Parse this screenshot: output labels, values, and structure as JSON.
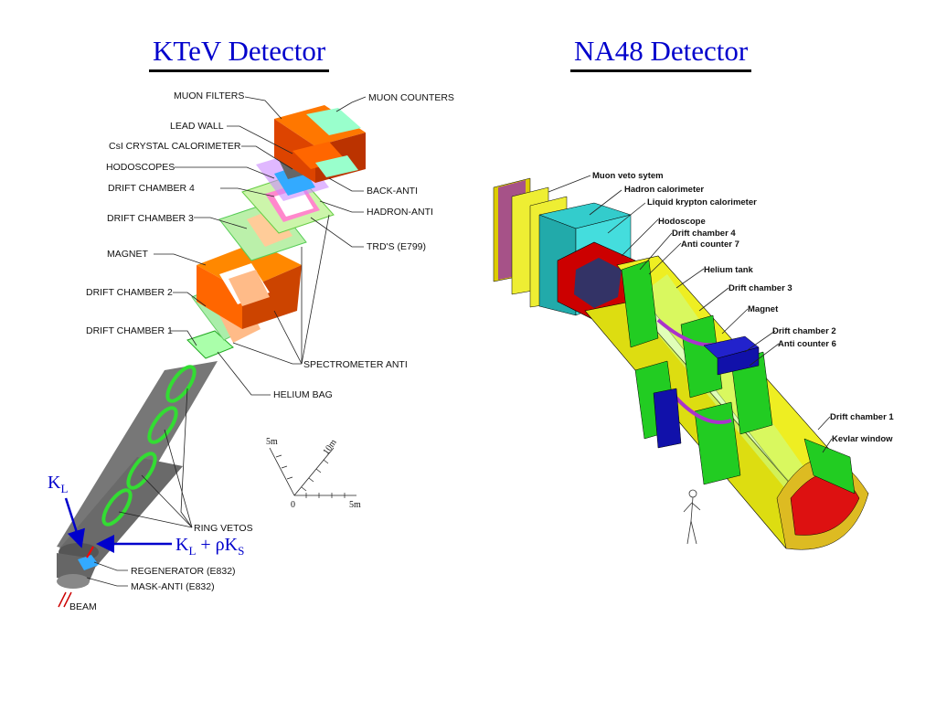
{
  "titles": {
    "left": "KTeV Detector",
    "right": "NA48 Detector"
  },
  "ktev": {
    "labels": {
      "muon_filters": "MUON FILTERS",
      "muon_counters": "MUON COUNTERS",
      "lead_wall": "LEAD WALL",
      "csi": "CsI CRYSTAL CALORIMETER",
      "hodoscopes": "HODOSCOPES",
      "back_anti": "BACK-ANTI",
      "dc4": "DRIFT CHAMBER 4",
      "hadron_anti": "HADRON-ANTI",
      "dc3": "DRIFT CHAMBER 3",
      "trds": "TRD'S (E799)",
      "magnet": "MAGNET",
      "dc2": "DRIFT CHAMBER 2",
      "dc1": "DRIFT CHAMBER 1",
      "spectrometer_anti": "SPECTROMETER ANTI",
      "helium_bag": "HELIUM BAG",
      "ring_vetos": "RING VETOS",
      "regenerator": "REGENERATOR (E832)",
      "mask_anti": "MASK-ANTI (E832)",
      "beam": "BEAM"
    },
    "scale": {
      "a": "5m",
      "b": "10m",
      "origin": "0",
      "c": "5m"
    },
    "annotations": {
      "kl_base": "K",
      "kl_sub": "L",
      "mix_k1": "K",
      "mix_sub1": "L",
      "mix_mid": " + ρK",
      "mix_sub2": "S"
    }
  },
  "na48": {
    "labels": {
      "muon_veto": "Muon veto sytem",
      "hadron_cal": "Hadron calorimeter",
      "lkr": "Liquid krypton calorimeter",
      "hodoscope": "Hodoscope",
      "dc4": "Drift chamber 4",
      "ac7": "Anti counter 7",
      "helium_tank": "Helium tank",
      "dc3": "Drift chamber 3",
      "magnet": "Magnet",
      "dc2": "Drift chamber 2",
      "ac6": "Anti counter 6",
      "dc1": "Drift chamber 1",
      "kevlar": "Kevlar window"
    }
  },
  "colors": {
    "title": "#0000cc",
    "annotation": "#0000cc",
    "annotation_arrow": "#0000cc"
  }
}
